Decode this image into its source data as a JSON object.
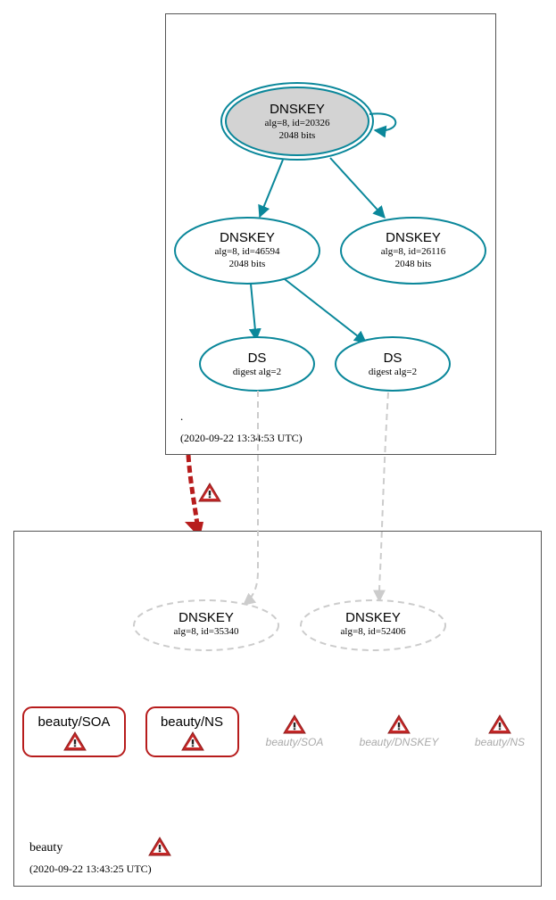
{
  "colors": {
    "teal": "#0a879a",
    "red": "#b71c1c",
    "warn_red": "#c62828",
    "gray_edge": "#cccccc",
    "gray_text": "#aaaaaa",
    "node_fill_gray": "#d3d3d3",
    "cluster_border": "#555555"
  },
  "root_zone": {
    "name": ".",
    "timestamp": "(2020-09-22 13:34:53 UTC)",
    "ksk": {
      "title": "DNSKEY",
      "line1": "alg=8, id=20326",
      "line2": "2048 bits"
    },
    "zsk_a": {
      "title": "DNSKEY",
      "line1": "alg=8, id=46594",
      "line2": "2048 bits"
    },
    "zsk_b": {
      "title": "DNSKEY",
      "line1": "alg=8, id=26116",
      "line2": "2048 bits"
    },
    "ds_1": {
      "title": "DS",
      "line1": "digest alg=2"
    },
    "ds_2": {
      "title": "DS",
      "line1": "digest alg=2"
    }
  },
  "beauty_zone": {
    "name": "beauty",
    "timestamp": "(2020-09-22 13:43:25 UTC)",
    "dnskey_1": {
      "title": "DNSKEY",
      "line1": "alg=8, id=35340"
    },
    "dnskey_2": {
      "title": "DNSKEY",
      "line1": "alg=8, id=52406"
    },
    "rrset_soa": {
      "label": "beauty/SOA"
    },
    "rrset_ns": {
      "label": "beauty/NS"
    },
    "missing_soa": {
      "label": "beauty/SOA"
    },
    "missing_dnskey": {
      "label": "beauty/DNSKEY"
    },
    "missing_ns": {
      "label": "beauty/NS"
    }
  },
  "icons": {
    "warning": "warning-triangle-icon"
  }
}
